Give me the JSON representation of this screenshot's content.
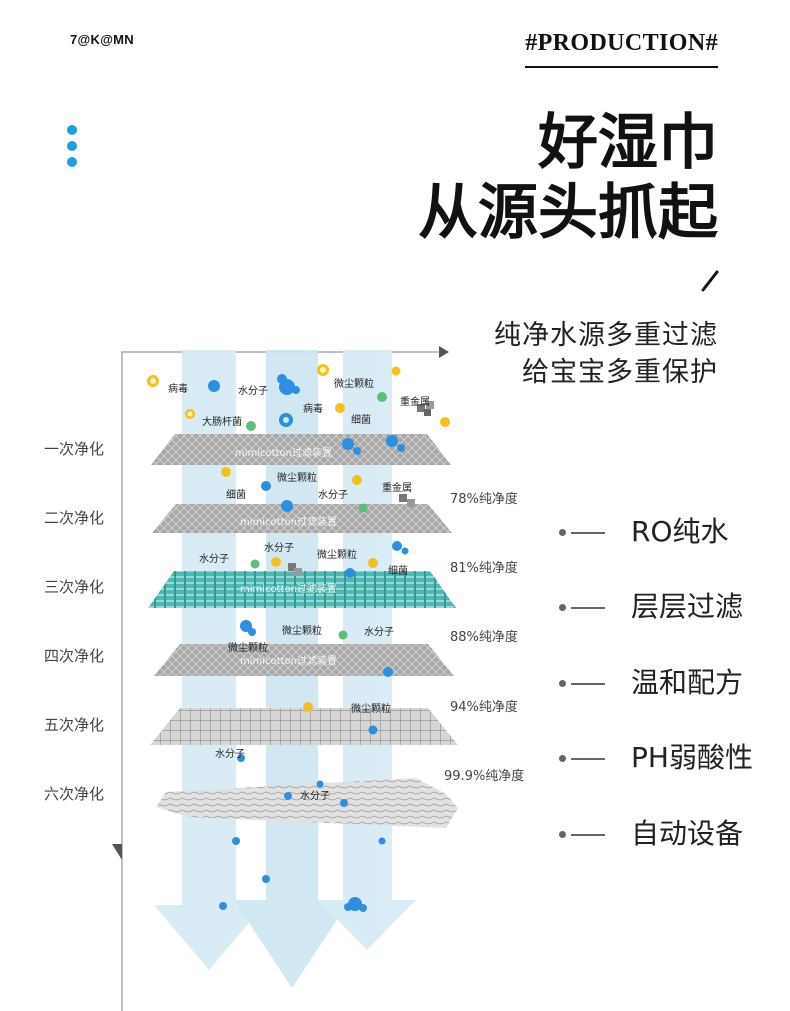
{
  "brand": {
    "logo_text": "7@K@MN",
    "tag": "#PRODUCTION#"
  },
  "headline": {
    "line1": "好湿巾",
    "line2": "从源头抓起"
  },
  "subheadline": {
    "line1": "纯净水源多重过滤",
    "line2": "给宝宝多重保护"
  },
  "diagram": {
    "stages": [
      {
        "label": "一次净化",
        "purity": "",
        "filter_text": "mimicotton过滤装置"
      },
      {
        "label": "二次净化",
        "purity": "78%纯净度",
        "filter_text": "mimicotton过滤装置"
      },
      {
        "label": "三次净化",
        "purity": "81%纯净度",
        "filter_text": "mimicotton过滤装置"
      },
      {
        "label": "四次净化",
        "purity": "88%纯净度",
        "filter_text": "mimicotton过滤装置"
      },
      {
        "label": "五次净化",
        "purity": "94%纯净度",
        "filter_text": ""
      },
      {
        "label": "六次净化",
        "purity": "99.9%纯净度",
        "filter_text": ""
      }
    ],
    "particles": {
      "virus": "病毒",
      "water_molecule": "水分子",
      "micro_dust": "微尘颗粒",
      "heavy_metal": "重金属",
      "e_coli": "大肠杆菌",
      "bacteria": "细菌"
    },
    "colors": {
      "arrow": "#d8ecf5",
      "filter_gray": "#8f8f8f",
      "filter_teal": "#4fb8b3",
      "water_blue": "#2e8fe0",
      "gold": "#f2c21a",
      "green": "#5bbf7a",
      "frame": "#999999"
    }
  },
  "features": [
    {
      "label": "RO纯水",
      "icon": "bullet-dash-icon"
    },
    {
      "label": "层层过滤",
      "icon": "bullet-dash-icon"
    },
    {
      "label": "温和配方",
      "icon": "bullet-dash-icon"
    },
    {
      "label": "PH弱酸性",
      "icon": "bullet-dash-icon"
    },
    {
      "label": "自动设备",
      "icon": "bullet-dash-icon"
    }
  ],
  "accent": {
    "dots": "#1fa0db"
  }
}
